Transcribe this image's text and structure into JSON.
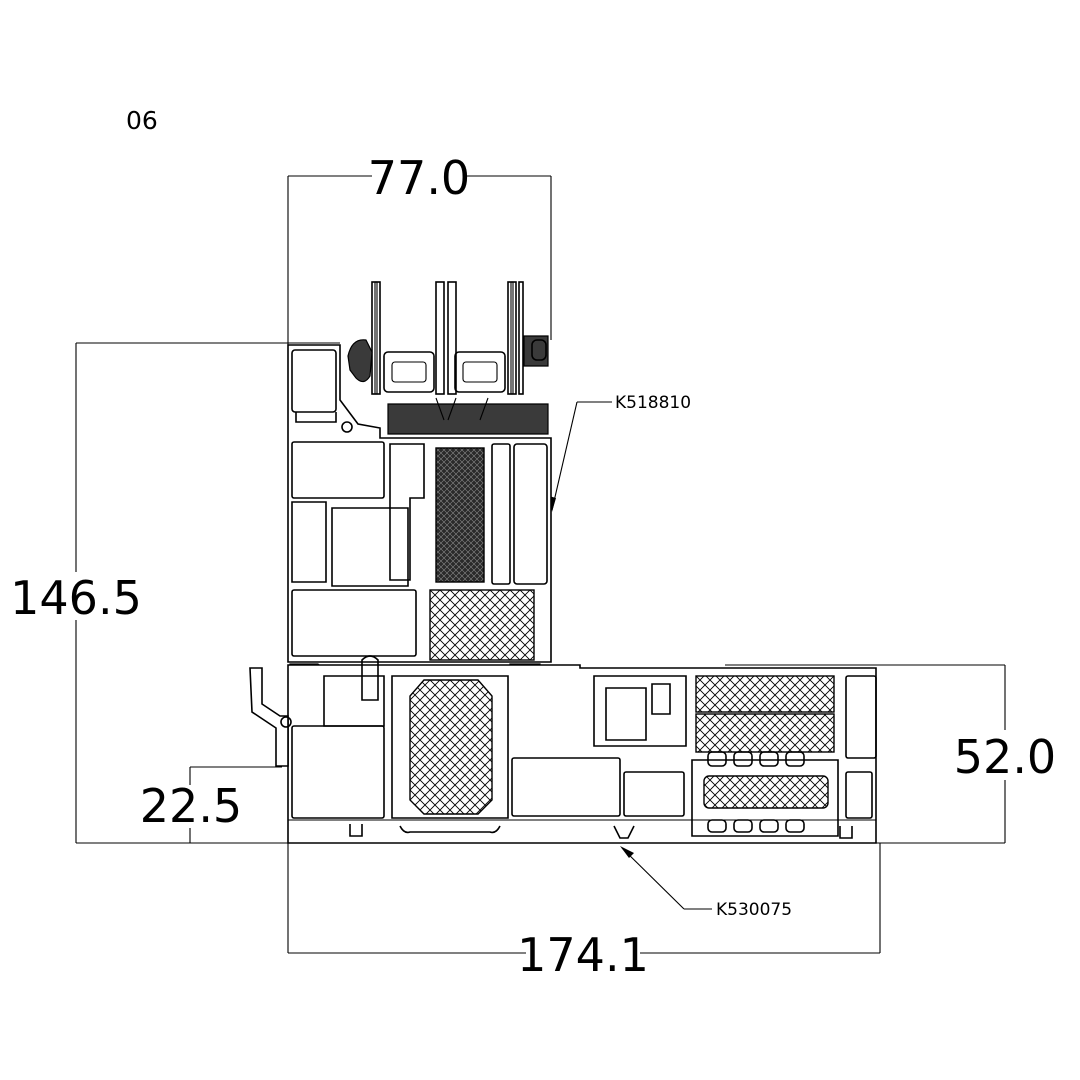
{
  "figure_code": "06",
  "dimensions": {
    "top_width": "77.0",
    "left_height": "146.5",
    "right_height": "52.0",
    "bottom_step": "22.5",
    "bottom_width": "174.1"
  },
  "part_labels": {
    "sash_profile": "K518810",
    "frame_profile": "K530075"
  },
  "colors": {
    "line": "#000000",
    "background": "#ffffff",
    "gasket_fill": "#3a3a3a"
  }
}
